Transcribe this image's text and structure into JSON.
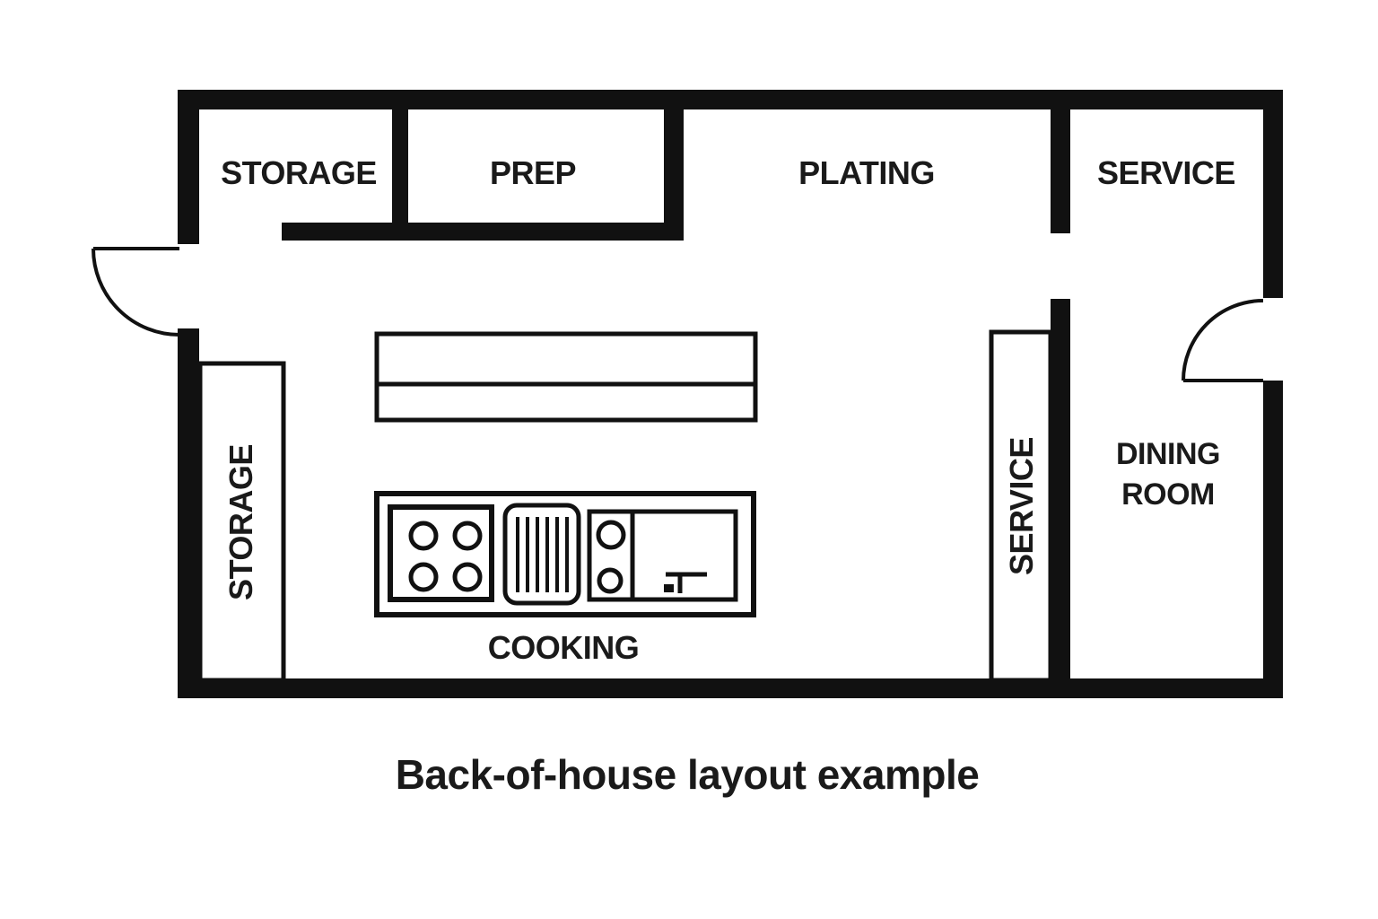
{
  "labels": {
    "storage_top": "STORAGE",
    "prep": "PREP",
    "plating": "PLATING",
    "service_top": "SERVICE",
    "storage_left": "STORAGE",
    "service_right": "SERVICE",
    "cooking": "COOKING",
    "dining_room": "DINING ROOM",
    "title": "Back-of-house layout example"
  },
  "icons": {
    "door-swing-icon": "quarter-circle-arc-with-leaf-line",
    "stove-burner-icon": "circle-outline",
    "grill-icon": "rounded-rect-with-vertical-lines",
    "faucet-icon": "t-shape-with-square-dot",
    "counter-icon": "double-rectangle",
    "corridor-box-icon": "thin-outline-rectangle"
  },
  "colors": {
    "wall": "#111111",
    "text": "#1a1a1a",
    "background": "#ffffff"
  }
}
